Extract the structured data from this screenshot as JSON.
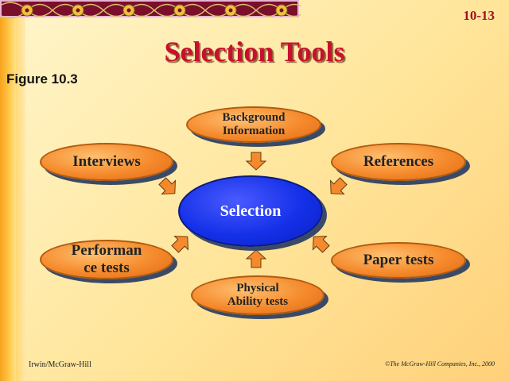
{
  "slide_number": "10-13",
  "title": "Selection Tools",
  "figure_label": "Figure 10.3",
  "diagram": {
    "center": "Selection",
    "background_information": "Background Information",
    "interviews": "Interviews",
    "references": "References",
    "performance_tests": "Performan ce tests",
    "paper_tests": "Paper tests",
    "physical_ability_tests": "Physical Ability tests"
  },
  "footer": {
    "publisher": "Irwin/McGraw-Hill",
    "copyright": "©The McGraw-Hill Companies, Inc., 2000"
  },
  "colors": {
    "node_fill": "#f58a2c",
    "center_fill": "#1430e8",
    "title": "#c8102e",
    "arrow_fill": "#f58a2c"
  }
}
